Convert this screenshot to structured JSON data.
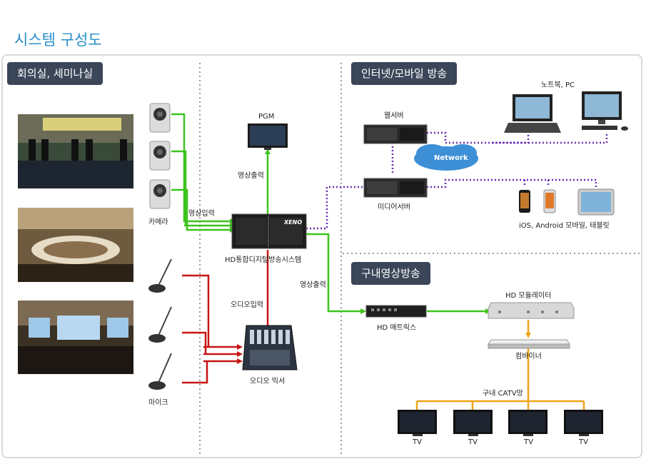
{
  "title": "시스템 구성도",
  "sections": {
    "conference": "회의실, 세미나실",
    "internet": "인터넷/모바일 방송",
    "inhouse": "구내영상방송"
  },
  "devices": {
    "camera": "카메라",
    "mic": "마이크",
    "pgm": "PGM",
    "hd_system": "HD통합디지털방송시스템",
    "audio_mixer": "오디오 믹서",
    "web_server": "웹서버",
    "media_server": "미디어서버",
    "network": "Network",
    "notebook_pc": "노트북, PC",
    "mobile": "iOS, Android 모바일, 태블릿",
    "hd_matrix": "HD 매트릭스",
    "hd_modulator": "HD 모듈레이터",
    "combiner": "컴바이너",
    "catv": "구내 CATV망",
    "tv": [
      "TV",
      "TV",
      "TV",
      "TV"
    ],
    "xeno_brand": "XENO"
  },
  "connections": {
    "video_in": "영상입력",
    "video_out_pgm": "영상출력",
    "video_out_matrix": "영상출력",
    "audio_in": "오디오입력"
  }
}
